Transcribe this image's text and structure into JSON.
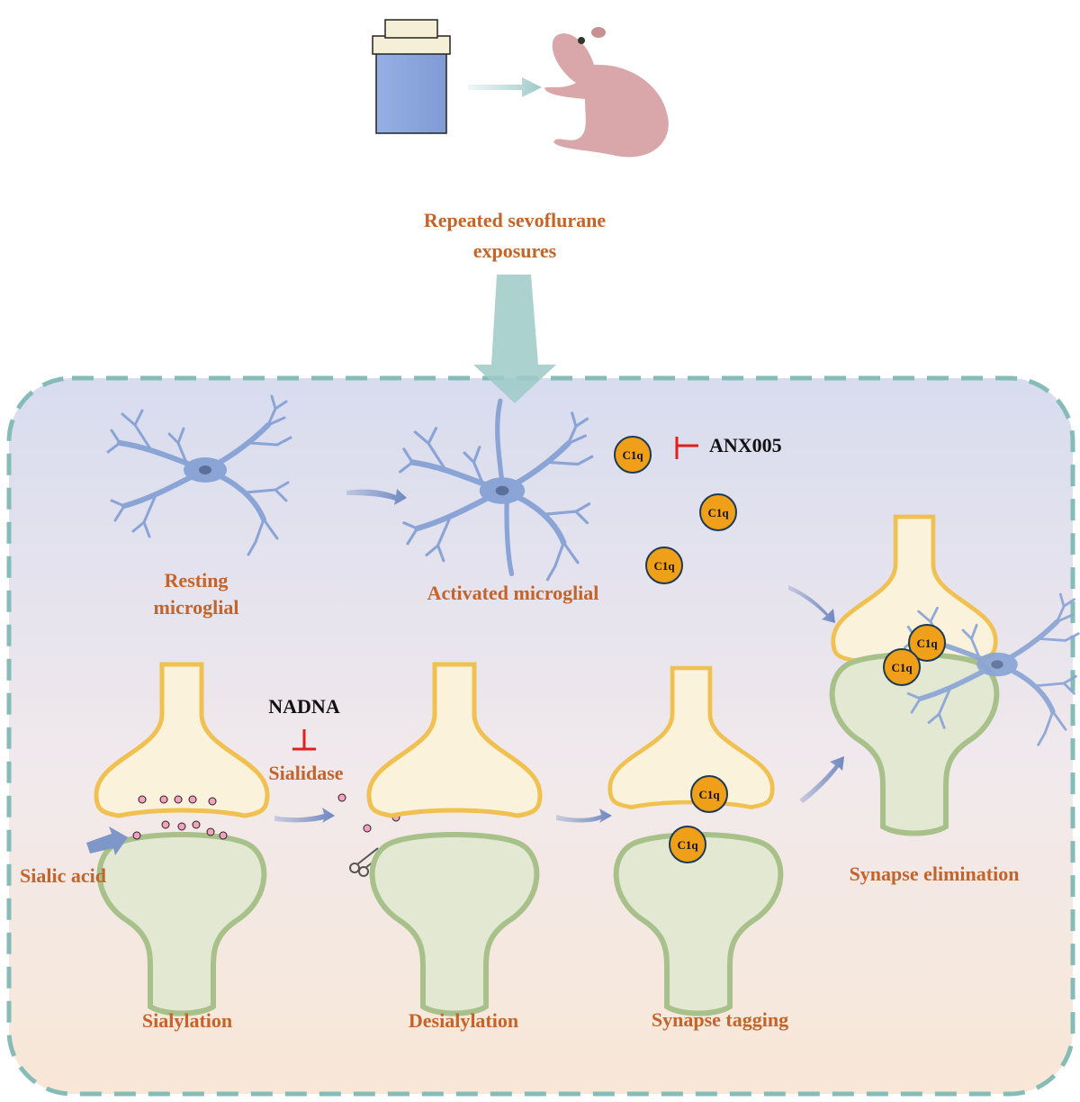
{
  "title_lines": [
    "Repeated sevoflurane",
    "exposures"
  ],
  "resting_lines": [
    "Resting",
    "microglial"
  ],
  "activated_label": "Activated microglial",
  "inhibitor_c1q": "ANX005",
  "inhibitor_sialidase": "NADNA",
  "sialidase_label": "Sialidase",
  "sialic_acid_label": "Sialic acid",
  "c1q_label": "C1q",
  "stages": {
    "sialylation": "Sialylation",
    "desialylation": "Desialylation",
    "tagging": "Synapse tagging",
    "elimination": "Synapse elimination"
  },
  "colors": {
    "label": "#c4642a",
    "inhibitor": "#e0201a",
    "microglia": "#8aa4d6",
    "c1q": "#f0a018",
    "presynapse": "#f0c050",
    "postsynapse": "#a8c08a",
    "frame": "#86bcb8",
    "vial": "#8aa6dc",
    "mouse": "#d9a7a9"
  }
}
